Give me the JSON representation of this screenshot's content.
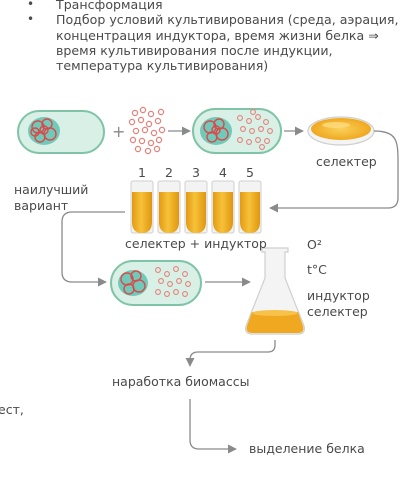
{
  "bullets": [
    "Трансформация",
    "Подбор условий культивирования (среда, аэрация, концентрация индуктора, время жизни белка ⇒ время культивирования после индукции, температура культивирования)"
  ],
  "diagram": {
    "selector_label": "селектер",
    "best_variant_line1": "наилучший",
    "best_variant_line2": "вариант",
    "tube_numbers": [
      "1",
      "2",
      "3",
      "4",
      "5"
    ],
    "selector_inductor_label": "селектер + индуктор",
    "condition_o2": "O²",
    "condition_temp": "t°C",
    "condition_inductor": "индуктор",
    "condition_selector": "селектер",
    "biomass_label": "наработка биомассы",
    "protein_label": "выделение белка",
    "cut_text": "ест,"
  },
  "colors": {
    "cell_fill": "#d8f0e6",
    "cell_stroke": "#7fc4a6",
    "nucleoid": "#5fc2b0",
    "dna": "#d94a4a",
    "plasmid": "#e8807a",
    "medium": "#f0a820",
    "arrow": "#8a8a8a"
  }
}
